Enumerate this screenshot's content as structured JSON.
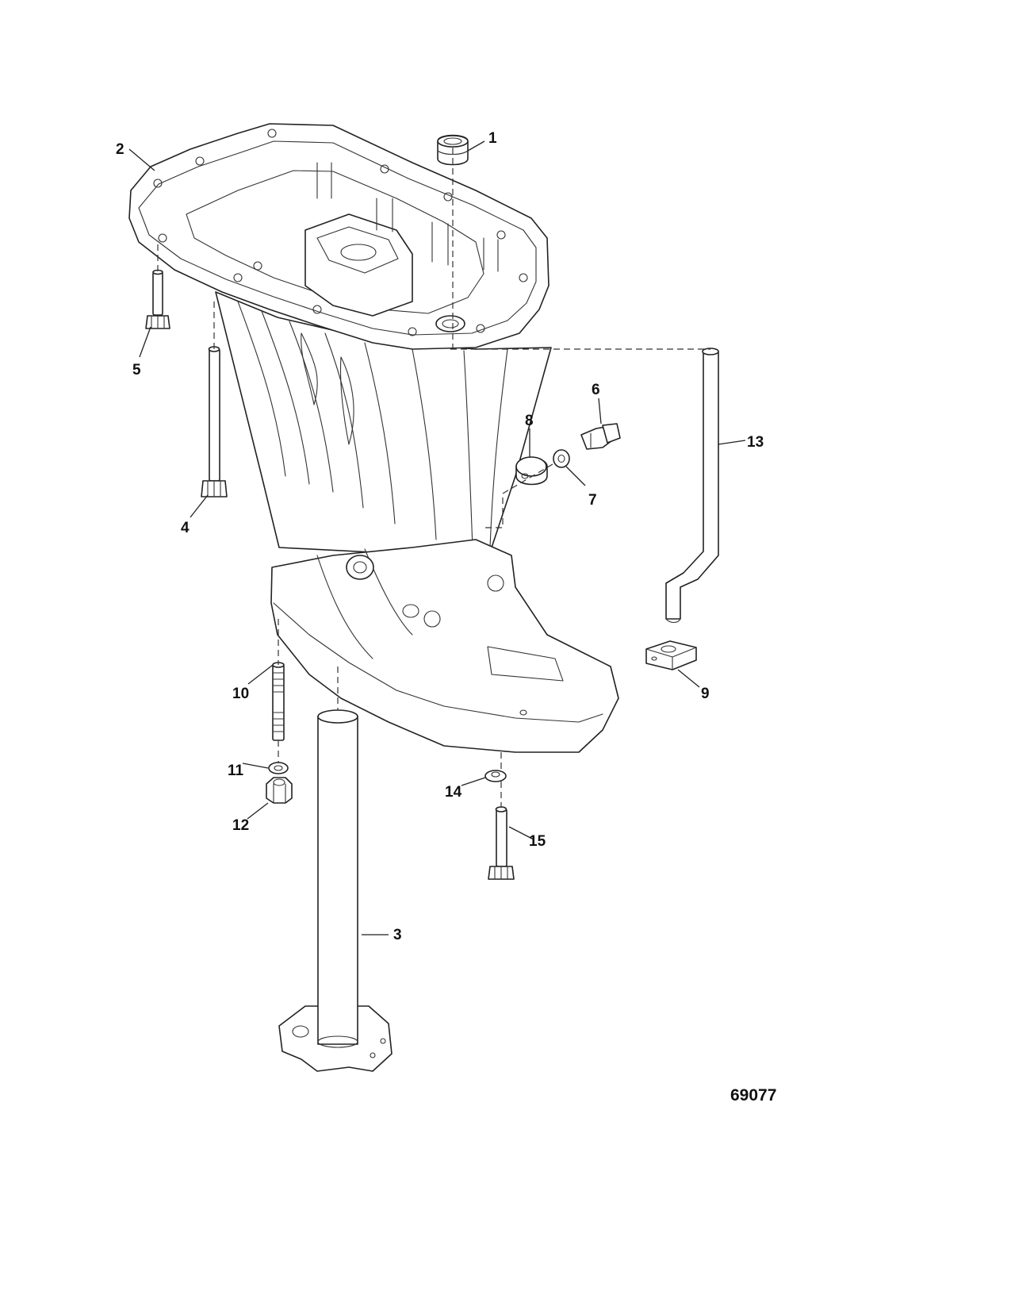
{
  "figure_number": "69077",
  "callouts": {
    "c1": "1",
    "c2": "2",
    "c3": "3",
    "c4": "4",
    "c5": "5",
    "c6": "6",
    "c7": "7",
    "c8": "8",
    "c9": "9",
    "c10": "10",
    "c11": "11",
    "c12": "12",
    "c13": "13",
    "c14": "14",
    "c15": "15"
  }
}
